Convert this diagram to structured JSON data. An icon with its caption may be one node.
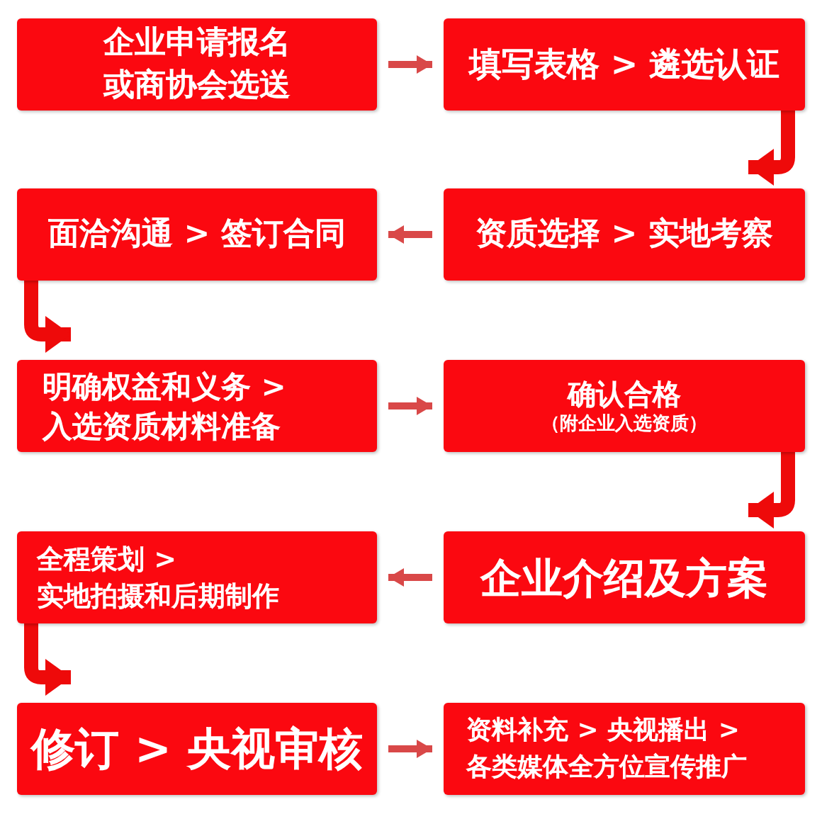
{
  "diagram": {
    "nodes": [
      {
        "text": [
          "企业申请报名或商协会选送"
        ]
      },
      {
        "text": [
          "填写表格 > 遴选认证"
        ]
      },
      {
        "text": [
          "面洽沟通 > 签订合同"
        ]
      },
      {
        "text": [
          "资质选择 > 实地考察"
        ]
      },
      {
        "text": [
          "明确权益和义务 > 入选资质材料准备"
        ]
      },
      {
        "text": [
          "确认合格",
          "（附企业入选资质）"
        ]
      },
      {
        "text": [
          "全程策划 > 实地拍摄和后期制作"
        ]
      },
      {
        "text": [
          "企业介绍及方案"
        ]
      },
      {
        "text": [
          "修订 > 央视审核"
        ]
      },
      {
        "text": [
          "资料补充 > 央视播出 > 各类媒体全方位宣传推广"
        ]
      }
    ],
    "edges": [
      {
        "from": 0,
        "to": 1,
        "arrow": "to"
      },
      {
        "from": 1,
        "to": 3,
        "arrow": "to",
        "style": "thick",
        "color": "#ee0a0a"
      },
      {
        "from": 3,
        "to": 2,
        "arrow": "to"
      },
      {
        "from": 2,
        "to": 4,
        "arrow": "to",
        "style": "thick",
        "color": "#ee0a0a"
      },
      {
        "from": 4,
        "to": 5,
        "arrow": "to"
      },
      {
        "from": 5,
        "to": 7,
        "arrow": "to",
        "style": "thick",
        "color": "#ee0a0a"
      },
      {
        "from": 7,
        "to": 6,
        "arrow": "to"
      },
      {
        "from": 6,
        "to": 8,
        "arrow": "to",
        "style": "thick",
        "color": "#ee0a0a"
      },
      {
        "from": 8,
        "to": 9,
        "arrow": "to"
      }
    ]
  }
}
